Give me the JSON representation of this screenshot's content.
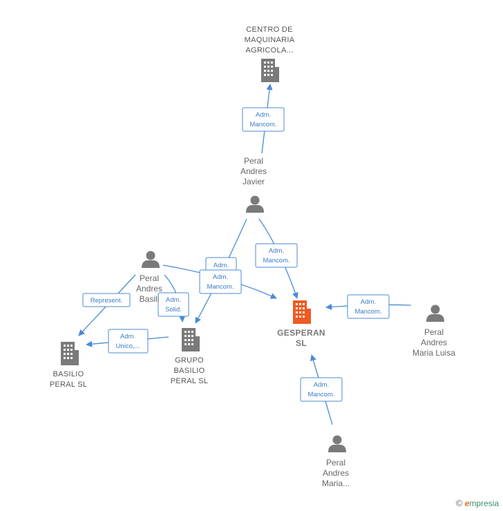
{
  "nodes": {
    "centro": {
      "lines": [
        "CENTRO DE",
        "MAQUINARIA",
        "AGRICOLA..."
      ]
    },
    "javier": {
      "lines": [
        "Peral",
        "Andres",
        "Javier"
      ]
    },
    "basilio_person": {
      "lines": [
        "Peral",
        "Andres",
        "Basili"
      ]
    },
    "gesperan": {
      "lines": [
        "GESPERAN",
        "SL"
      ]
    },
    "maria_luisa": {
      "lines": [
        "Peral",
        "Andres",
        "Maria Luisa"
      ]
    },
    "basilio_peral_sl": {
      "lines": [
        "BASILIO",
        "PERAL SL"
      ]
    },
    "grupo": {
      "lines": [
        "GRUPO",
        "BASILIO",
        "PERAL  SL"
      ]
    },
    "maria": {
      "lines": [
        "Peral",
        "Andres",
        "Maria..."
      ]
    }
  },
  "edges": {
    "javier_centro": {
      "lines": [
        "Adm.",
        "Mancom."
      ]
    },
    "javier_gesperan": {
      "lines": [
        "Adm.",
        "Mancom."
      ]
    },
    "javier_grupo": {
      "lines": [
        "Adm."
      ]
    },
    "basilio_gesperan": {
      "lines": [
        "Adm.",
        "Mancom."
      ]
    },
    "basilio_grupo": {
      "lines": [
        "Adm.",
        "Solid."
      ]
    },
    "basilio_basiliosl": {
      "lines": [
        "Represent."
      ]
    },
    "grupo_basiliosl": {
      "lines": [
        "Adm.",
        "Unico,..."
      ]
    },
    "marialuisa_gesperan": {
      "lines": [
        "Adm.",
        "Mancom."
      ]
    },
    "maria_gesperan": {
      "lines": [
        "Adm.",
        "Mancom."
      ]
    }
  },
  "colors": {
    "company": "#7a7a7a",
    "company_main": "#f05a22",
    "person": "#7a7a7a",
    "edge": "#4a8ad6"
  },
  "brand": {
    "copyright": "©",
    "initial": "e",
    "name": "mpresia"
  }
}
